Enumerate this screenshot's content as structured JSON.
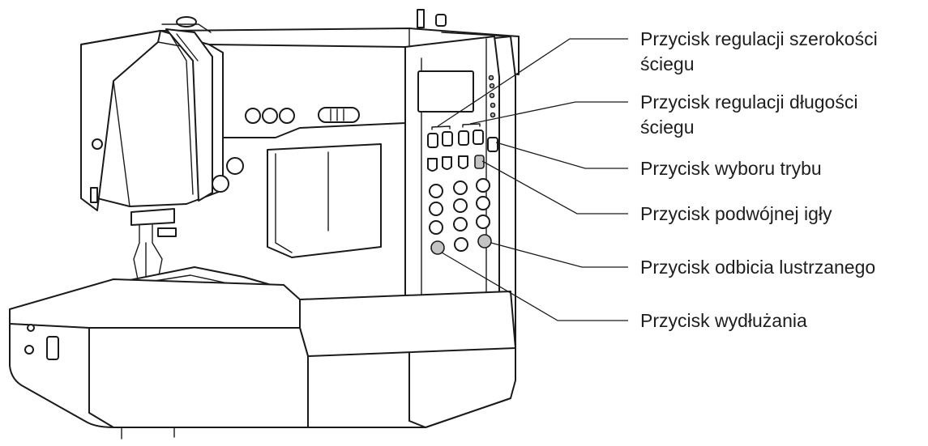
{
  "labels": {
    "stitch_width_line1": "Przycisk regulacji szerokości",
    "stitch_width_line2": "ściegu",
    "stitch_length_line1": "Przycisk regulacji długości",
    "stitch_length_line2": "ściegu",
    "mode_select": "Przycisk wyboru trybu",
    "twin_needle": "Przycisk podwójnej igły",
    "mirror": "Przycisk odbicia lustrzanego",
    "elongation": "Przycisk wydłużania"
  },
  "colors": {
    "line": "#1a1a1a",
    "highlight_button": "#c4c4c4",
    "background": "#ffffff"
  }
}
